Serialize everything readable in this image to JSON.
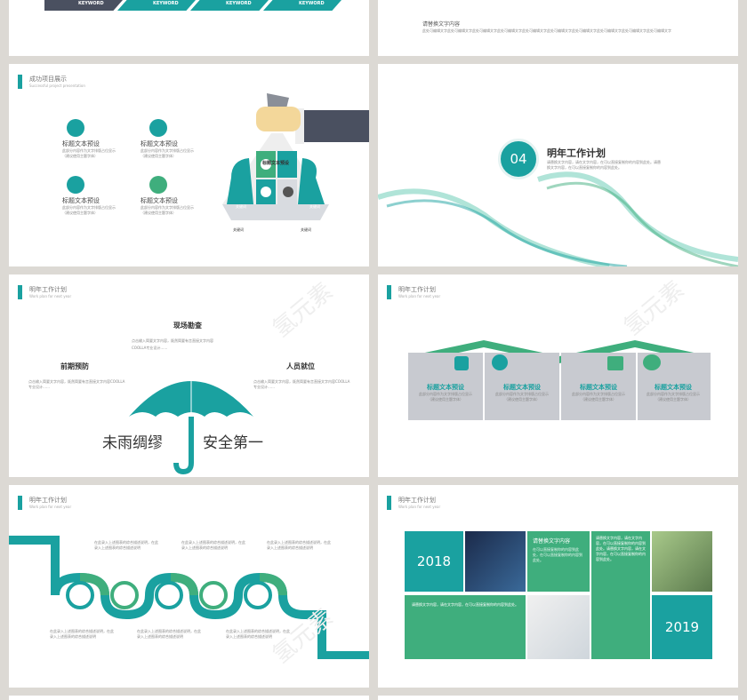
{
  "colors": {
    "teal": "#1aa1a0",
    "green": "#3fae7d",
    "gray": "#c8cad0",
    "dark": "#4a5060"
  },
  "slide1": {
    "keywords": [
      "KEYWORD",
      "KEYWORD",
      "KEYWORD",
      "KEYWORD"
    ]
  },
  "slide2": {
    "title": "请替换文字内容",
    "body": "此处可编辑文字此处可编辑文字此处可编辑文字此处可编辑文字此处可编辑文字此处可编辑文字此处可编辑文字此处可编辑文字此处可编辑文字此处可编辑文字"
  },
  "slide3": {
    "title": "成功项目展示",
    "subtitle": "Successful project presentation",
    "items": [
      {
        "title": "标题文本预设",
        "desc": "此部分内容作为文字排版占位显示",
        "note": "（建议使用主题字体）"
      },
      {
        "title": "标题文本预设",
        "desc": "此部分内容作为文字排版占位显示",
        "note": "（建议使用主题字体）"
      },
      {
        "title": "标题文本预设",
        "desc": "此部分内容作为文字排版占位显示",
        "note": "（建议使用主题字体）"
      },
      {
        "title": "标题文本预设",
        "desc": "此部分内容作为文字排版占位显示",
        "note": "（建议使用主题字体）"
      }
    ],
    "bag_title": "标题文本预设",
    "bag_labels": [
      "关键词",
      "关键词",
      "关键词",
      "关键词"
    ]
  },
  "slide4": {
    "number": "04",
    "title": "明年工作计划",
    "body": "请替换文字内容，请在文字内容，在可以直接复制你的内容到此处。请替换文字内容，在可以直接复制你的内容到此处。"
  },
  "slide5": {
    "title": "明年工作计划",
    "subtitle": "Work plan for next year",
    "h_top": "现场勘查",
    "b_top": "点击输入简要文字内容，既然简要有言直接文字内容",
    "b_top2": "COOLLA专业设计……",
    "h_left": "前期预防",
    "b_left": "点击输入简要文字内容，既然简要有言直接文字内容COOLLA专业设计……",
    "h_right": "人员就位",
    "b_right": "点击输入简要文字内容，既然简要有言直接文字内容COOLLA专业设计……",
    "slogan_left": "未雨绸缪",
    "slogan_right": "安全第一"
  },
  "slide6": {
    "title": "明年工作计划",
    "subtitle": "Work plan for next year",
    "cards": [
      {
        "title": "标题文本预设",
        "desc": "此部分内容作为文字排版占位显示",
        "note": "（建议使用主题字体）"
      },
      {
        "title": "标题文本预设",
        "desc": "此部分内容作为文字排版占位显示",
        "note": "（建议使用主题字体）"
      },
      {
        "title": "标题文本预设",
        "desc": "此部分内容作为文字排版占位显示",
        "note": "（建议使用主题字体）"
      },
      {
        "title": "标题文本预设",
        "desc": "此部分内容作为文字排版占位显示",
        "note": "（建议使用主题字体）"
      }
    ]
  },
  "slide7": {
    "title": "明年工作计划",
    "subtitle": "Work plan for next year",
    "top_texts": [
      "在此录入上述图表的综合描述说明，在此录入上述图表的综合描述说明",
      "在此录入上述图表的综合描述说明，在此录入上述图表的综合描述说明",
      "在此录入上述图表的综合描述说明，在此录入上述图表的综合描述说明"
    ],
    "bottom_texts": [
      "在此录入上述图表的综合描述说明，在此录入上述图表的综合描述说明",
      "在此录入上述图表的综合描述说明，在此录入上述图表的综合描述说明",
      "在此录入上述图表的综合描述说明，在此录入上述图表的综合描述说明"
    ]
  },
  "slide8": {
    "title": "明年工作计划",
    "subtitle": "Work plan for next year",
    "year_left": "2018",
    "year_right": "2019",
    "center_title": "请替换文字内容",
    "center_body": "在可以直接复制你的内容到此处，在可以直接复制你的内容到此处。",
    "right_body": "请替换文字内容，请在文字内容，在可以直接复制你的内容到此处。请替换文字内容，请在文字内容，在可以直接复制你的内容到此处。",
    "green_body": "请替换文字内容，请在文字内容，在可以直接复制你的内容到此处。"
  },
  "watermark": "氢元素"
}
